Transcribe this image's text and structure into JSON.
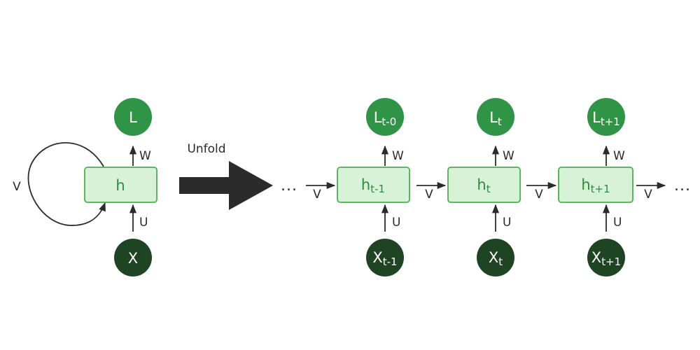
{
  "colors": {
    "output_circle": "#2f9445",
    "input_circle": "#1e4423",
    "hidden_fill": "#d7f2d7",
    "hidden_stroke": "#4caf50",
    "hidden_text": "#2e8b3f",
    "arrow": "#2b2b2b",
    "big_arrow": "#2b2b2b"
  },
  "folded": {
    "output_label": "L",
    "hidden_label": "h",
    "input_label": "X",
    "loop_label": "V",
    "w_label": "W",
    "u_label": "U"
  },
  "unfold_label": "Unfold",
  "ellipsis": "...",
  "unfolded": [
    {
      "hidden_base": "h",
      "hidden_sub": "t-1",
      "output_base": "L",
      "output_sub": "t-0",
      "input_base": "X",
      "input_sub": "t-1",
      "w_label": "W",
      "u_label": "U"
    },
    {
      "hidden_base": "h",
      "hidden_sub": "t",
      "output_base": "L",
      "output_sub": "t",
      "input_base": "X",
      "input_sub": "t",
      "w_label": "W",
      "u_label": "U"
    },
    {
      "hidden_base": "h",
      "hidden_sub": "t+1",
      "output_base": "L",
      "output_sub": "t+1",
      "input_base": "X",
      "input_sub": "t+1",
      "w_label": "W",
      "u_label": "U"
    }
  ],
  "v_labels": [
    "V",
    "V",
    "V",
    "V"
  ]
}
